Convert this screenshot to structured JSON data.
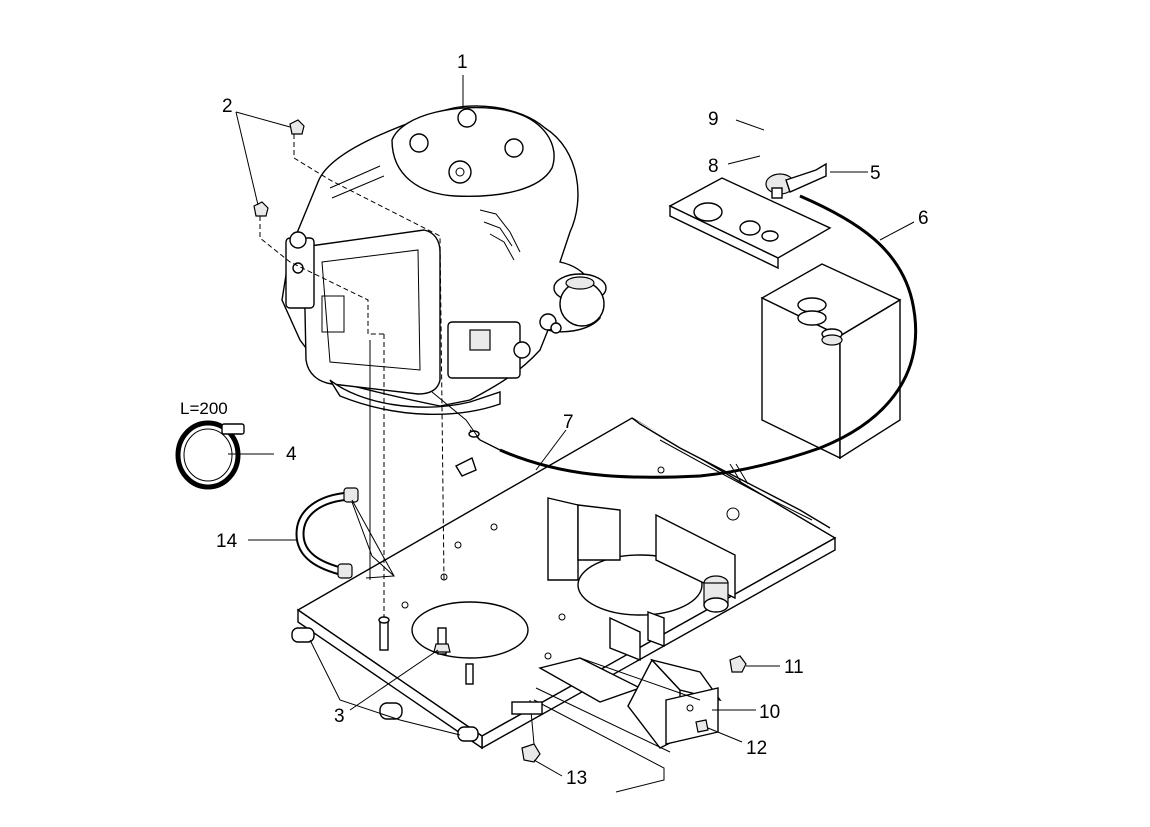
{
  "diagram": {
    "length_note": "L=200",
    "callouts": [
      {
        "id": "1",
        "label": "1"
      },
      {
        "id": "2",
        "label": "2"
      },
      {
        "id": "3",
        "label": "3"
      },
      {
        "id": "4",
        "label": "4"
      },
      {
        "id": "5",
        "label": "5"
      },
      {
        "id": "6",
        "label": "6"
      },
      {
        "id": "7",
        "label": "7"
      },
      {
        "id": "8",
        "label": "8"
      },
      {
        "id": "9",
        "label": "9"
      },
      {
        "id": "10",
        "label": "10"
      },
      {
        "id": "11",
        "label": "11"
      },
      {
        "id": "12",
        "label": "12"
      },
      {
        "id": "13",
        "label": "13"
      },
      {
        "id": "14",
        "label": "14"
      }
    ]
  }
}
